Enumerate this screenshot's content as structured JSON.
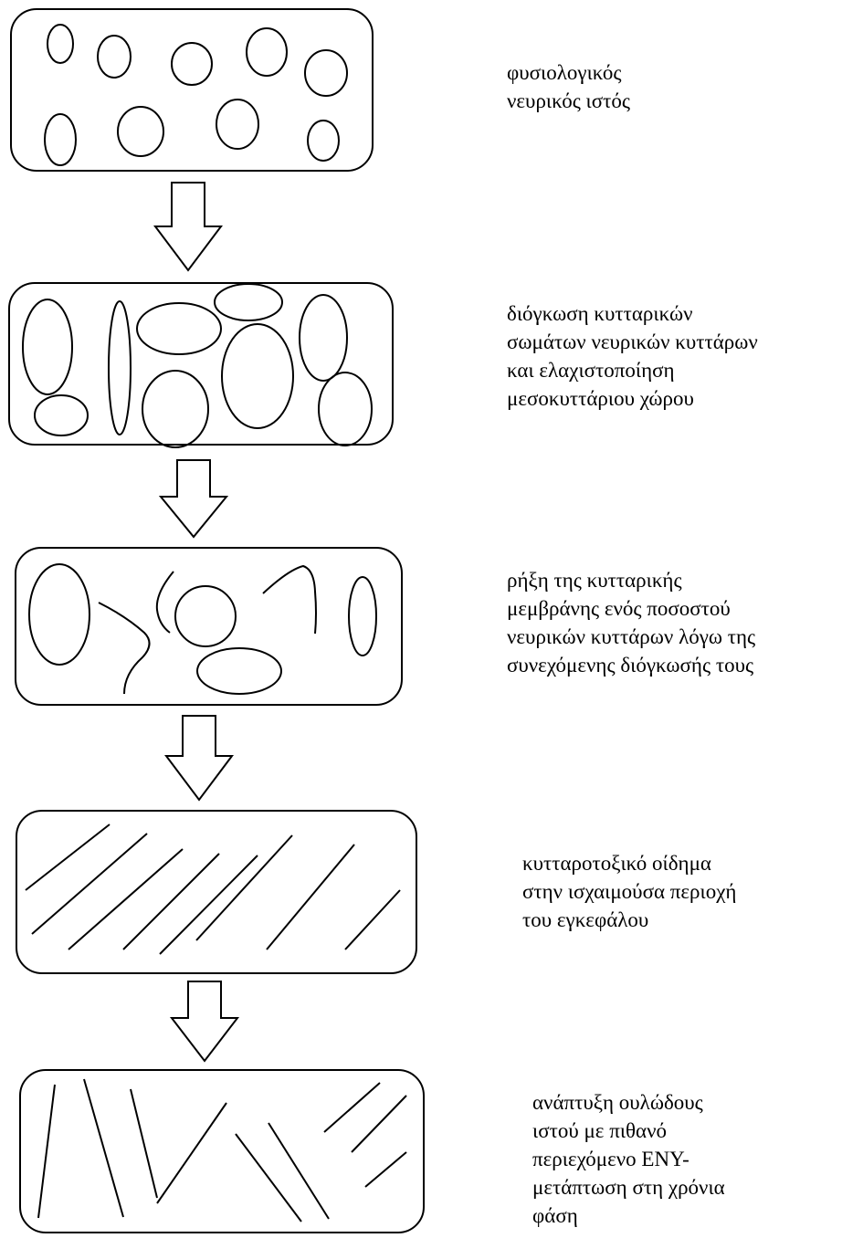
{
  "steps": [
    {
      "lines": [
        "φυσιολογικός",
        "νευρικός ιστός"
      ]
    },
    {
      "lines": [
        "διόγκωση κυτταρικών",
        "σωμάτων νευρικών κυττάρων",
        "και ελαχιστοποίηση",
        "μεσοκυττάριου χώρου"
      ]
    },
    {
      "lines": [
        "ρήξη της κυτταρικής",
        "μεμβράνης ενός ποσοστού",
        "νευρικών κυττάρων λόγω της",
        "συνεχόμενης διόγκωσής τους"
      ]
    },
    {
      "lines": [
        "κυτταροτοξικό οίδημα",
        "στην ισχαιμούσα περιοχή",
        "του εγκεφάλου"
      ]
    },
    {
      "lines": [
        "ανάπτυξη ουλώδους",
        "ιστού με πιθανό",
        "περιεχόμενο ΕΝΥ-",
        "μετάπτωση στη χρόνια",
        "φάση"
      ]
    }
  ],
  "colors": {
    "stroke": "#000000",
    "background": "#ffffff"
  }
}
